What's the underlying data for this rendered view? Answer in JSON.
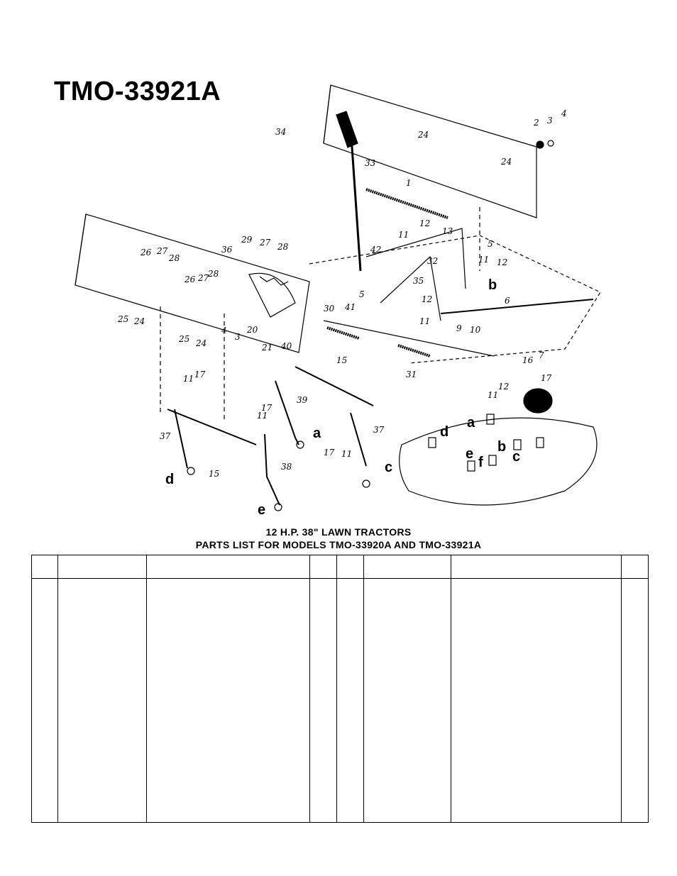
{
  "page": {
    "model_title": "TMO-33921A",
    "caption_line1": "12 H.P. 38\" LAWN TRACTORS",
    "caption_line2": "PARTS LIST FOR MODELS TMO-33920A AND TMO-33921A"
  },
  "diagram": {
    "callouts": [
      "34",
      "24",
      "2",
      "3",
      "4",
      "33",
      "24",
      "1",
      "12",
      "13",
      "11",
      "42",
      "32",
      "5",
      "11",
      "12",
      "35",
      "5",
      "41",
      "12",
      "30",
      "11",
      "6",
      "9",
      "10",
      "7",
      "16",
      "17",
      "31",
      "15",
      "29",
      "27",
      "28",
      "36",
      "26",
      "27",
      "28",
      "26",
      "27",
      "28",
      "25",
      "24",
      "25",
      "24",
      "4",
      "3",
      "20",
      "21",
      "40",
      "11",
      "17",
      "37",
      "15",
      "39",
      "17",
      "11",
      "38",
      "17",
      "11",
      "37",
      "11",
      "12"
    ],
    "letters": [
      "b",
      "a",
      "d",
      "e",
      "f",
      "b",
      "c",
      "a",
      "c",
      "d",
      "e"
    ]
  },
  "parts_table": {
    "headers": [
      "",
      "",
      "",
      "",
      "",
      "",
      "",
      ""
    ]
  }
}
